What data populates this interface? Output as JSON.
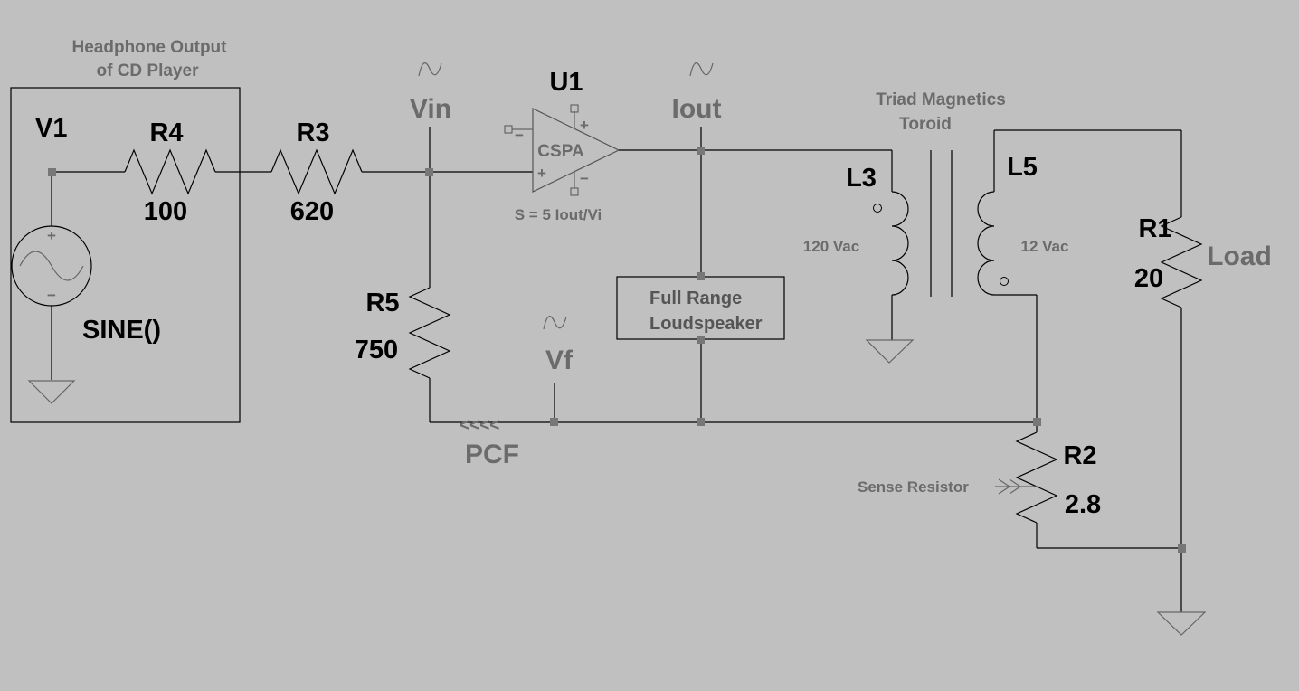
{
  "source_block": {
    "title_line1": "Headphone Output",
    "title_line2": "of CD Player"
  },
  "v1": {
    "ref": "V1",
    "value": "SINE()",
    "plus": "+",
    "minus": "−"
  },
  "r4": {
    "ref": "R4",
    "value": "100"
  },
  "r3": {
    "ref": "R3",
    "value": "620"
  },
  "r5": {
    "ref": "R5",
    "value": "750"
  },
  "u1": {
    "ref": "U1",
    "type": "CSPA",
    "spec": "S = 5 Iout/Vi",
    "plus_in": "+",
    "minus_in": "−",
    "pin_plus": "+",
    "pin_minus": "−"
  },
  "probes": {
    "vin": "Vin",
    "iout": "Iout",
    "vf": "Vf",
    "wave": "∿"
  },
  "speaker": {
    "line1": "Full Range",
    "line2": "Loudspeaker"
  },
  "transformer": {
    "title_line1": "Triad Magnetics",
    "title_line2": "Toroid",
    "primary_ref": "L3",
    "primary_value": "120 Vac",
    "secondary_ref": "L5",
    "secondary_value": "12 Vac"
  },
  "r1": {
    "ref": "R1",
    "value": "20",
    "label": "Load"
  },
  "r2": {
    "ref": "R2",
    "value": "2.8",
    "label": "Sense Resistor"
  },
  "pcf": {
    "label": "PCF",
    "arrows": "<<<<"
  }
}
